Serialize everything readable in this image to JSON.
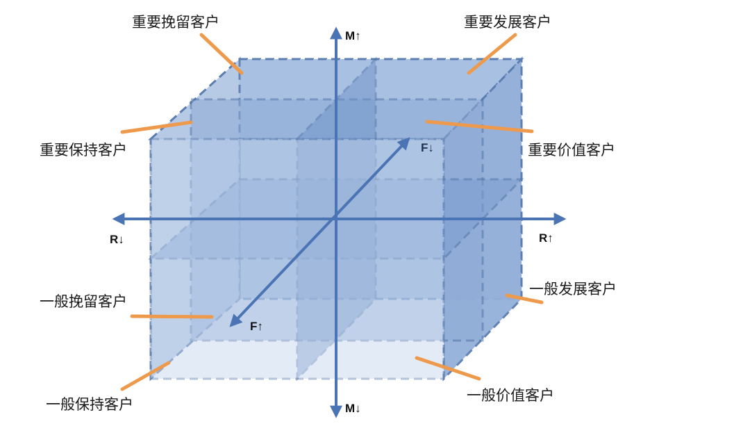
{
  "diagram": {
    "type": "rfm-cube",
    "colors": {
      "face_fill": "#a9c0e0",
      "face_fill_dark": "#7f9fcc",
      "edge": "#4f72a6",
      "axis": "#4a74b4",
      "leader": "#ee9a4d",
      "text": "#1a1a1a"
    },
    "axes": {
      "m_up": "M↑",
      "m_down": "M↓",
      "r_down": "R↓",
      "r_up": "R↑",
      "f_down": "F↓",
      "f_up": "F↑"
    },
    "segments": [
      {
        "id": "important-retain",
        "label": "重要挽留客户"
      },
      {
        "id": "important-develop",
        "label": "重要发展客户"
      },
      {
        "id": "important-keep",
        "label": "重要保持客户"
      },
      {
        "id": "important-value",
        "label": "重要价值客户"
      },
      {
        "id": "general-retain",
        "label": "一般挽留客户"
      },
      {
        "id": "general-develop",
        "label": "一般发展客户"
      },
      {
        "id": "general-keep",
        "label": "一般保持客户"
      },
      {
        "id": "general-value",
        "label": "一般价值客户"
      }
    ]
  }
}
